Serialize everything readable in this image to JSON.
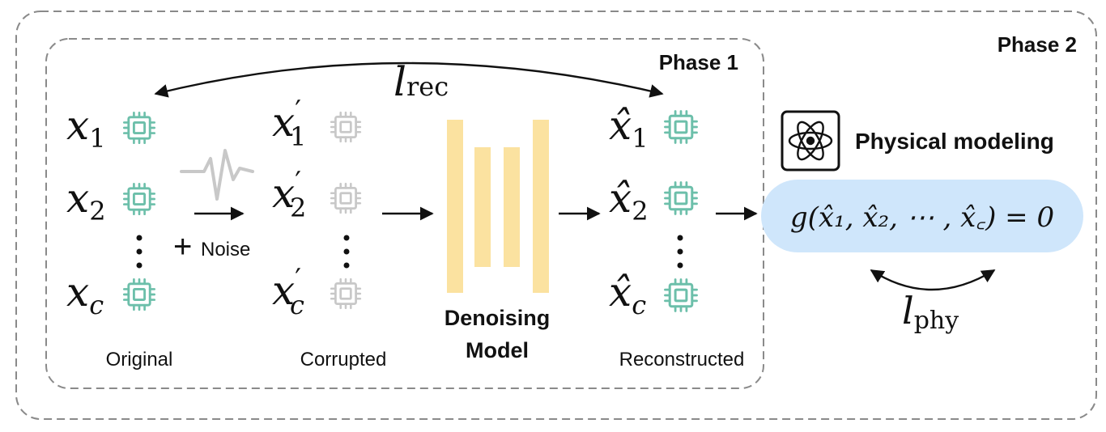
{
  "phases": {
    "outer_label": "Phase 2",
    "inner_label": "Phase 1"
  },
  "losses": {
    "rec": {
      "symbol": "l",
      "subscript": "rec"
    },
    "phy": {
      "symbol": "l",
      "subscript": "phy"
    }
  },
  "original": {
    "label": "Original",
    "items": [
      {
        "var": "x",
        "sub": "1"
      },
      {
        "var": "x",
        "sub": "2"
      },
      {
        "var": "x",
        "sub": "c"
      }
    ]
  },
  "noise": {
    "label": "Noise",
    "plus": "+"
  },
  "corrupted": {
    "label": "Corrupted",
    "items": [
      {
        "var": "x",
        "prime": "′",
        "sub": "1"
      },
      {
        "var": "x",
        "prime": "′",
        "sub": "2"
      },
      {
        "var": "x",
        "prime": "′",
        "sub": "c"
      }
    ]
  },
  "model": {
    "line1": "Denoising",
    "line2": "Model"
  },
  "reconstructed": {
    "label": "Reconstructed",
    "items": [
      {
        "var": "x̂",
        "sub": "1"
      },
      {
        "var": "x̂",
        "sub": "2"
      },
      {
        "var": "x̂",
        "sub": "c"
      }
    ]
  },
  "physics": {
    "title": "Physical modeling",
    "equation": "g(x̂₁, x̂₂, ⋯ , x̂꜀) = 0"
  },
  "colors": {
    "chip_green": "#6cbfaa",
    "chip_gray": "#c8c8c8",
    "model_bar": "#fbe2a0",
    "equation_bg": "#cfe6fb",
    "dashed_border": "#8a8a8a"
  }
}
